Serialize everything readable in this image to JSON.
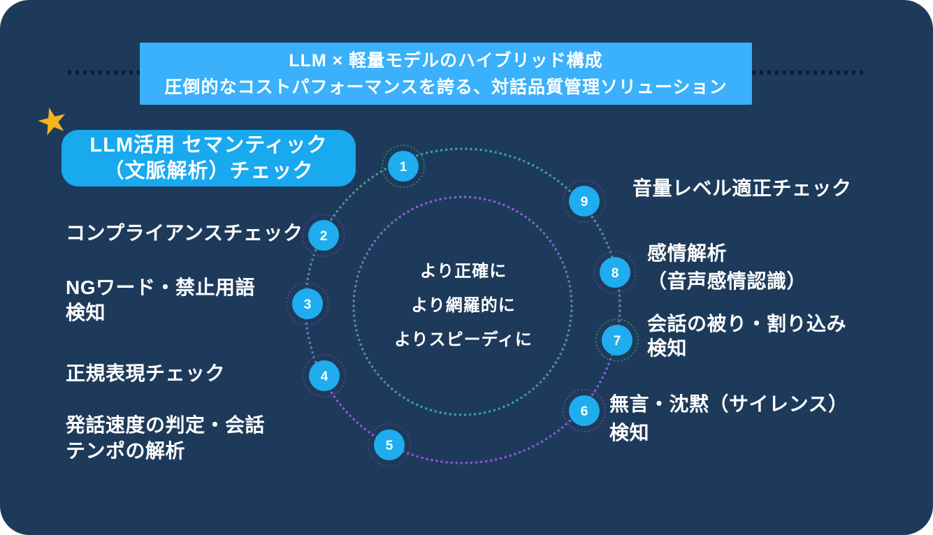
{
  "title_banner": {
    "line1": "LLM × 軽量モデルのハイブリッド構成",
    "line2": "圧倒的なコストパフォーマンスを誇る、対話品質管理ソリューション"
  },
  "star_glyph": "★",
  "highlight_card": {
    "line1": "LLM活用 セマンティック",
    "line2": "（文脈解析）チェック"
  },
  "left_items": [
    {
      "lines": [
        "コンプライアンスチェック"
      ]
    },
    {
      "lines": [
        "NGワード・禁止用語",
        "検知"
      ]
    },
    {
      "lines": [
        "正規表現チェック"
      ]
    },
    {
      "lines": [
        "発話速度の判定・会話",
        "テンポの解析"
      ]
    }
  ],
  "right_items": [
    {
      "lines": [
        "音量レベル適正チェック"
      ]
    },
    {
      "lines": [
        "感情解析",
        "（音声感情認識）"
      ]
    },
    {
      "lines": [
        "会話の被り・割り込み",
        "検知"
      ]
    },
    {
      "lines": [
        "無言・沈黙（サイレンス）",
        "検知"
      ]
    }
  ],
  "center_text": {
    "lines": [
      "より正確に",
      "より網羅的に",
      "よりスピーディに"
    ]
  },
  "nodes": [
    {
      "label": "1"
    },
    {
      "label": "2"
    },
    {
      "label": "3"
    },
    {
      "label": "4"
    },
    {
      "label": "5"
    },
    {
      "label": "6"
    },
    {
      "label": "7"
    },
    {
      "label": "8"
    },
    {
      "label": "9"
    }
  ],
  "colors": {
    "background_navy": "#1E3A5A",
    "banner_blue": "#3AB1FA",
    "card_blue": "#18A9EF",
    "node_blue": "#1FADEF",
    "dotted_teal": "#2FA78F",
    "dotted_purple": "#9C4BE2",
    "star_gold": "#F2B41F",
    "divider_dark": "#0D1D30",
    "text_white": "#FFFFFF"
  }
}
